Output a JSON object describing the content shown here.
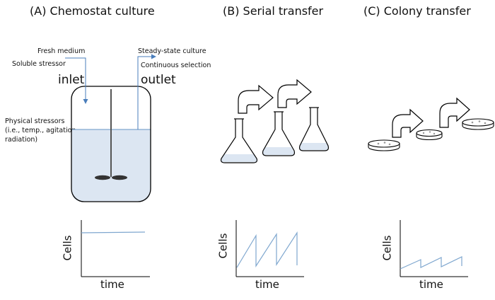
{
  "panels": {
    "a": {
      "title": "(A) Chemostat culture",
      "labels": {
        "fresh_medium": "Fresh medium",
        "soluble_stressor": "Soluble stressor",
        "inlet": "inlet",
        "steady_state": "Steady-state culture",
        "continuous_selection": "Continuous selection",
        "outlet": "outlet",
        "physical_1": "Physical stressors",
        "physical_2": "(i.e., temp., agitation,",
        "physical_3": "radiation)"
      }
    },
    "b": {
      "title": "(B) Serial transfer"
    },
    "c": {
      "title": "(C) Colony transfer"
    }
  },
  "graphs": {
    "a": {
      "ylabel": "Cells",
      "xlabel": "time"
    },
    "b": {
      "ylabel": "Cells",
      "xlabel": "time"
    },
    "c": {
      "ylabel": "Cells",
      "xlabel": "time"
    }
  },
  "colors": {
    "liquid": "#dce6f2",
    "line": "#7fa7cf",
    "arrow": "#4a7ebb",
    "outline": "#000000"
  }
}
